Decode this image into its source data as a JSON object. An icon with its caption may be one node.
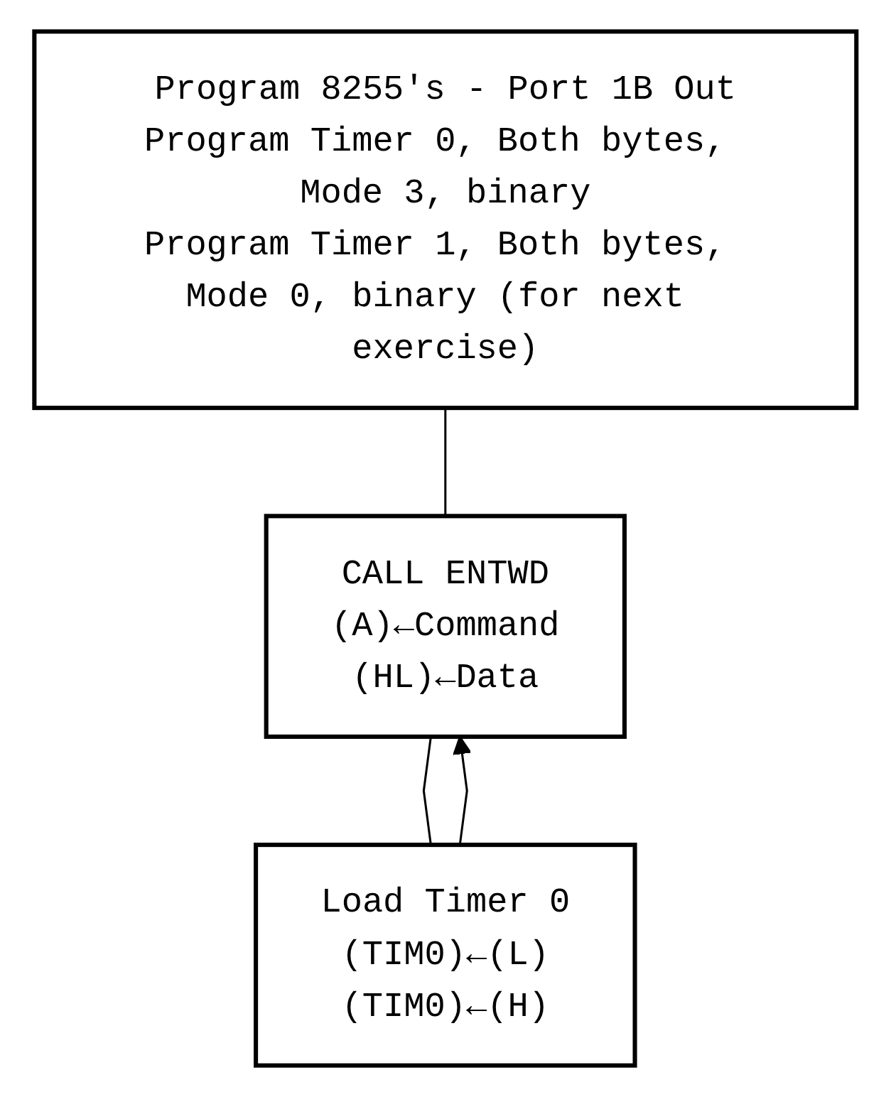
{
  "diagram": {
    "nodes": [
      {
        "text": [
          "Program 8255's - Port 1B Out",
          "Program Timer 0, Both bytes, Mode 3, binary",
          "Program Timer 1, Both bytes, Mode 0, binary (for next exercise)"
        ]
      },
      {
        "text": [
          "CALL ENTWD",
          "(A)←Command",
          "(HL)←Data"
        ]
      },
      {
        "text": [
          "Load Timer 0",
          "(TIM0)←(L)",
          "(TIM0)←(H)"
        ]
      }
    ],
    "edges": [
      {
        "from": 0,
        "to": 1,
        "arrow": "none"
      },
      {
        "from": 1,
        "to": 2,
        "arrow": "none"
      },
      {
        "from": 2,
        "to": 1,
        "arrow": "to"
      }
    ]
  }
}
